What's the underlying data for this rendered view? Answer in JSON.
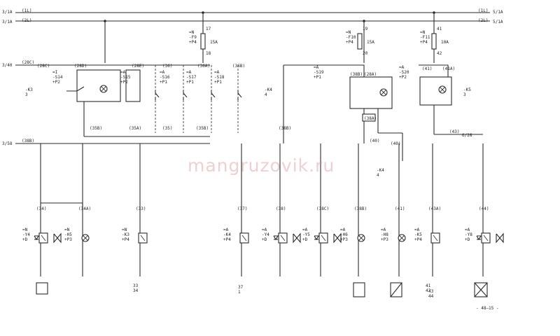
{
  "bus": {
    "left_top": "3/1A",
    "tag_top": "(1L)",
    "left_bottom": "3/1A",
    "tag_bottom": "(2L)",
    "right_top": "5/1A",
    "right_tag_top": "(1L)",
    "right_bottom": "5/1A",
    "right_tag_bottom": "(2L)",
    "left_mid": "3/40",
    "left_mid_tag": "(28C)",
    "left_low": "3/58",
    "left_low_tag": "(38B)",
    "right_low": "6/28"
  },
  "fuses": [
    {
      "ref": "=N\n-F9\n+P4",
      "rating": "15A",
      "pins": [
        "17",
        "18"
      ]
    },
    {
      "ref": "=N\n-F10\n+P4",
      "rating": "15A",
      "pins": [
        "19",
        "20"
      ]
    },
    {
      "ref": "=N\n-F11\n+P4",
      "rating": "10A",
      "pins": [
        "41",
        "42"
      ]
    }
  ],
  "nodes": [
    "(28C)",
    "(28D)",
    "(28E)",
    "(36)",
    "(36A)",
    "(36B)",
    "(36B)",
    "(35B)",
    "(35A)",
    "(35)",
    "(35B)",
    "(38B)",
    "(38B)",
    "(28A)",
    "(41)",
    "(41A)",
    "(38A)",
    "(40)",
    "(43)",
    "(40)"
  ],
  "components": [
    {
      "ref": "=I\n-S14\n+P2"
    },
    {
      "ref": "=A\n-S15\n+P2"
    },
    {
      "ref": "=A\n-S16\n+P1"
    },
    {
      "ref": "=A\n-S17\n+P1"
    },
    {
      "ref": "=A\n-S18\n+P1"
    },
    {
      "ref": "=A\n-S19\n+P1"
    },
    {
      "ref": "=A\n-S20\n+P2"
    },
    {
      "ref": "-K3\n3"
    },
    {
      "ref": "-K4\n4"
    },
    {
      "ref": "-K5\n3"
    },
    {
      "ref": "-K4\n4"
    }
  ],
  "loads": [
    {
      "node": "(34)",
      "ref": "=N\n-Y4\n+D"
    },
    {
      "node": "(34A)",
      "ref": "=N\n-H5\n+P3"
    },
    {
      "node": "(33)",
      "ref": "=N\n-K3\n+P4"
    },
    {
      "node": "(37)",
      "ref": "=A\n-K4\n+P4"
    },
    {
      "node": "(38)",
      "ref": "=A\n-Y4\n+D"
    },
    {
      "node": "(38C)",
      "ref": "=A\n-Y5\n+D"
    },
    {
      "node": "(38B)",
      "ref": "=A\n-H6\n+P3"
    },
    {
      "node": "(41)",
      "ref": "=A\n-H8\n+P3"
    },
    {
      "node": "(43A)",
      "ref": "=A\n-K5\n+P4"
    },
    {
      "node": "(44)",
      "ref": "=A\n-Y8\n+D"
    }
  ],
  "contact_refs": [
    "33\n34",
    "37\n1",
    "41\n42",
    "43\n44"
  ],
  "footer": "- 48—15 -",
  "watermark": "mangruzovik.ru"
}
